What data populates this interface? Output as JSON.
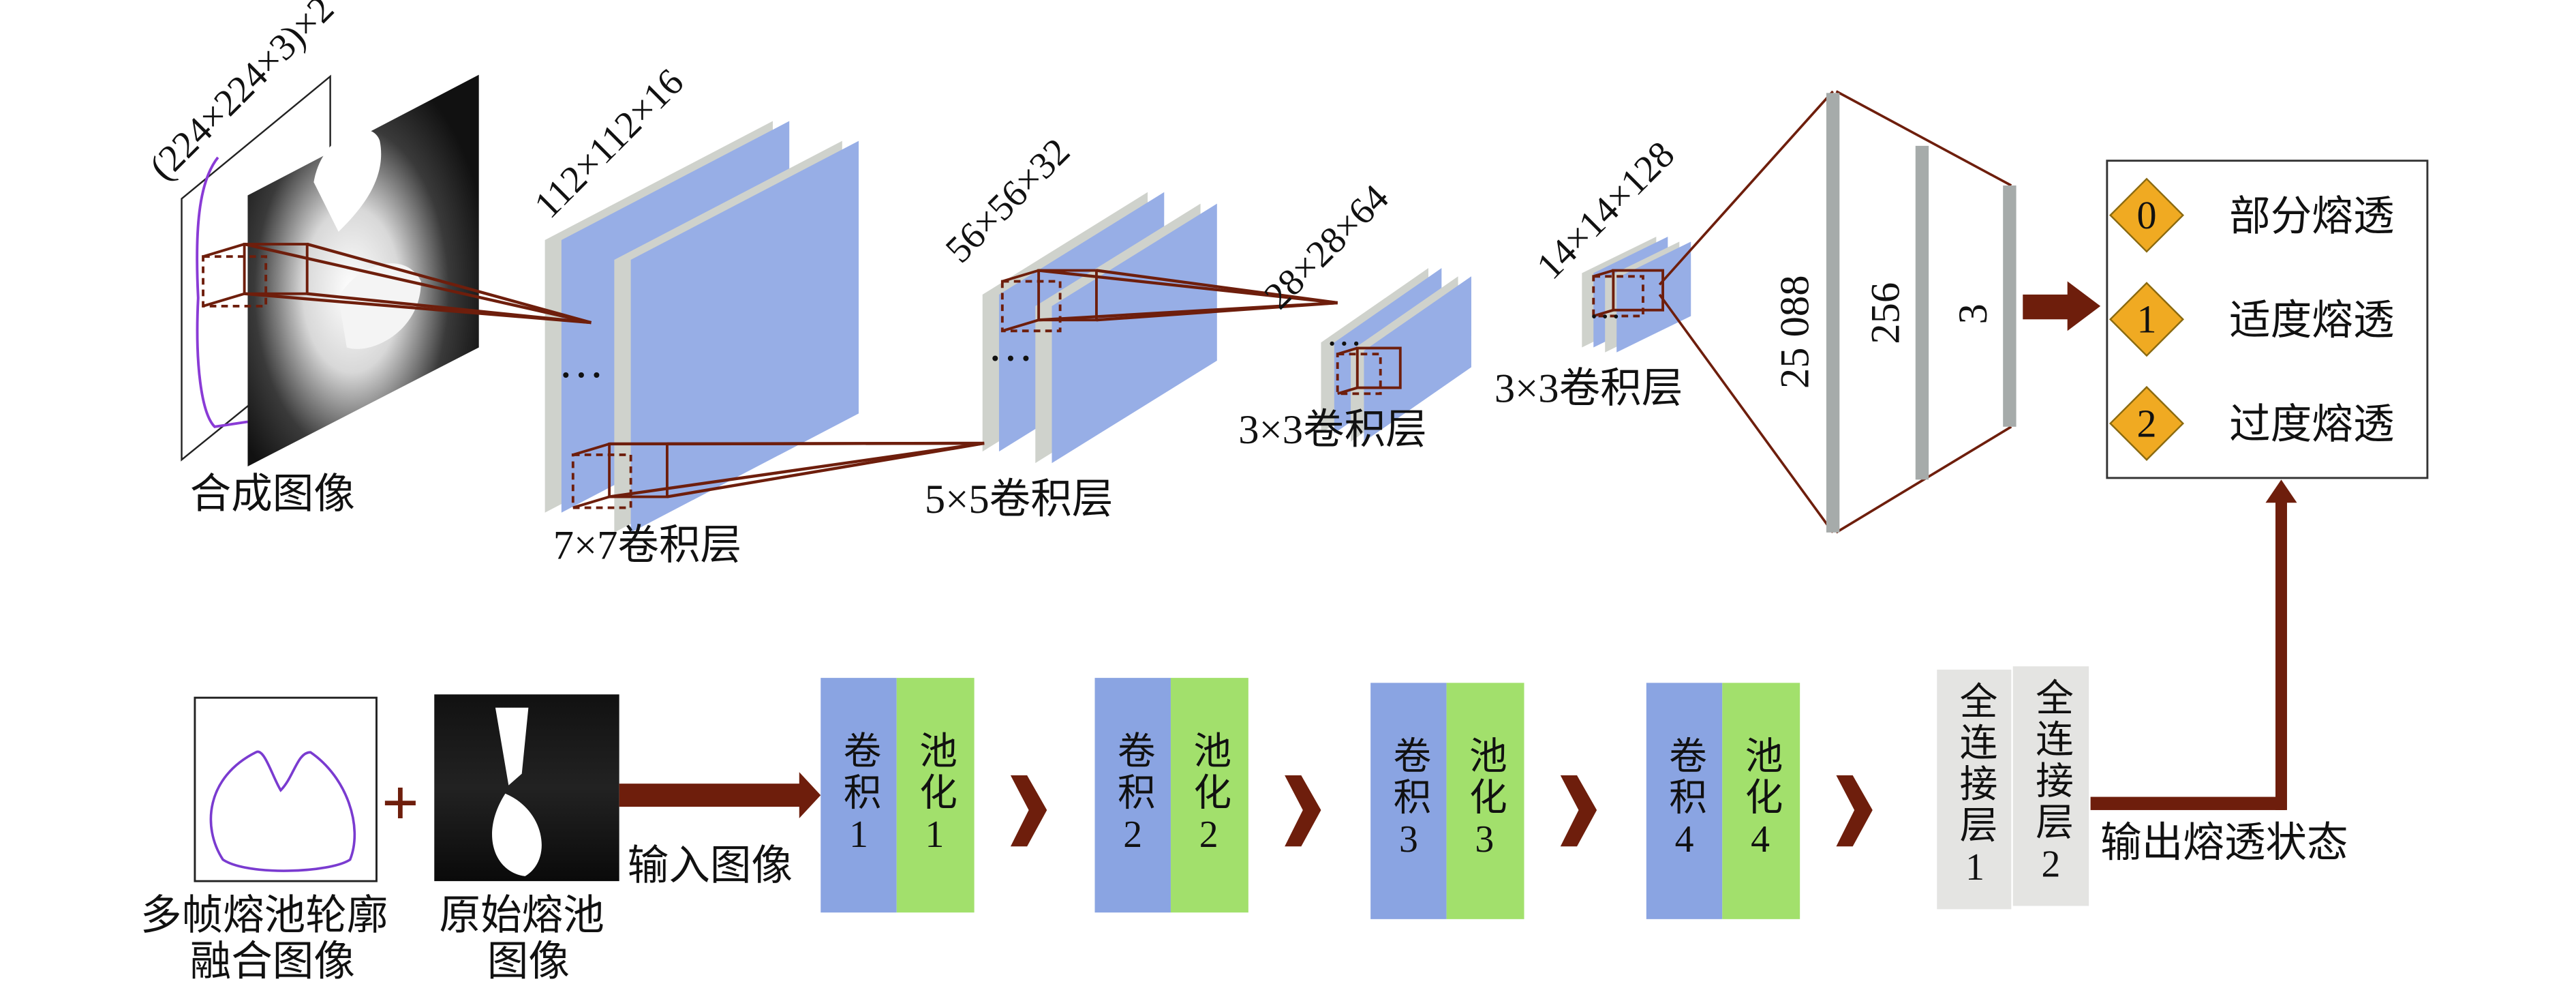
{
  "top": {
    "input_dims": "(224×224×3)×2",
    "input_label": "合成图像",
    "layers": [
      {
        "dims": "112×112×16",
        "label": "7×7卷积层"
      },
      {
        "dims": "56×56×32",
        "label": "5×5卷积层"
      },
      {
        "dims": "28×28×64",
        "label": "3×3卷积层"
      },
      {
        "dims": "14×14×128",
        "label": "3×3卷积层"
      }
    ],
    "ellipsis": "···",
    "fc_sizes": [
      "25 088",
      "256",
      "3"
    ],
    "outputs": [
      {
        "code": "0",
        "label": "部分熔透"
      },
      {
        "code": "1",
        "label": "适度熔透"
      },
      {
        "code": "2",
        "label": "过度熔透"
      }
    ]
  },
  "bottom": {
    "contour_label_1": "多帧熔池轮廓",
    "contour_label_2": "融合图像",
    "plus": "+",
    "raw_label_1": "原始熔池",
    "raw_label_2": "图像",
    "input_arrow_label": "输入图像",
    "blocks": [
      {
        "conv": "卷积1",
        "pool": "池化1"
      },
      {
        "conv": "卷积2",
        "pool": "池化2"
      },
      {
        "conv": "卷积3",
        "pool": "池化3"
      },
      {
        "conv": "卷积4",
        "pool": "池化4"
      }
    ],
    "fc": [
      "全连接层1",
      "全连接层2"
    ],
    "output_label": "输出熔透状态"
  },
  "colors": {
    "brown": "#6e1e0c",
    "plane_blue": "#97aee6",
    "plane_gray": "#cfd2cc",
    "conv_blue": "#8aa4e2",
    "pool_green": "#a2e06c",
    "fc_gray": "#e4e4e2",
    "bar_gray": "#a6abaa",
    "diamond": "#f0aa22"
  }
}
